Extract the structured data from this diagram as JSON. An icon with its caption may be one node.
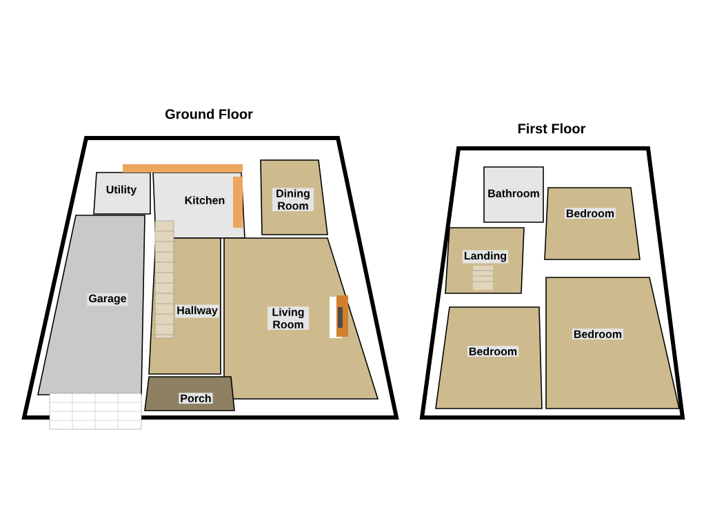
{
  "diagram": {
    "nodes": [
      {
        "text": [
          "Ground Floor"
        ]
      },
      {
        "text": [
          "Utility"
        ],
        "in": 0
      },
      {
        "text": [
          "Kitchen"
        ],
        "in": 0
      },
      {
        "text": [
          "Dining Room"
        ],
        "in": 0
      },
      {
        "text": [
          "Garage"
        ],
        "in": 0
      },
      {
        "text": [
          "Hallway"
        ],
        "in": 0
      },
      {
        "text": [
          "Living Room"
        ],
        "in": 0
      },
      {
        "text": [
          "Porch"
        ],
        "in": 0
      },
      {
        "text": [
          "First Floor"
        ]
      },
      {
        "text": [
          "Bathroom"
        ],
        "in": 8
      },
      {
        "text": [
          "Bedroom"
        ],
        "in": 8
      },
      {
        "text": [
          "Landing"
        ],
        "in": 8
      },
      {
        "text": [
          "Bedroom"
        ],
        "in": 8
      },
      {
        "text": [
          "Bedroom"
        ],
        "in": 8
      }
    ]
  }
}
